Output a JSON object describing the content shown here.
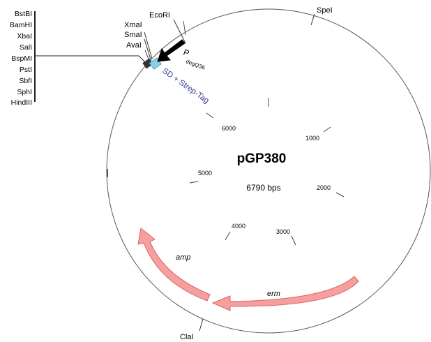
{
  "plasmid": {
    "name": "pGP380",
    "size_label": "6790 bps"
  },
  "ticks": [
    {
      "label": "1000",
      "pos": 1000
    },
    {
      "label": "2000",
      "pos": 2000
    },
    {
      "label": "3000",
      "pos": 3000
    },
    {
      "label": "4000",
      "pos": 4000
    },
    {
      "label": "5000",
      "pos": 5000
    },
    {
      "label": "6000",
      "pos": 6000
    }
  ],
  "sites": {
    "ecori": "EcoRI",
    "xmai": "XmaI",
    "smai": "SmaI",
    "avai": "AvaI",
    "spei": "SpeI",
    "clai": "ClaI",
    "mcs": [
      "BstBI",
      "BamHI",
      "XbaI",
      "SalI",
      "BspMI",
      "PstI",
      "SbfI",
      "SphI",
      "HindIII"
    ]
  },
  "features": {
    "promoter": {
      "label": "P",
      "subscript": "degQ36",
      "color": "#000000"
    },
    "tag": {
      "label": "SD + Strep-Tag",
      "color": "#87ceeb",
      "text_color": "#3b3fa0"
    },
    "amp": {
      "label": "amp",
      "color": "#f08080"
    },
    "erm": {
      "label": "erm",
      "color": "#f08080"
    }
  }
}
